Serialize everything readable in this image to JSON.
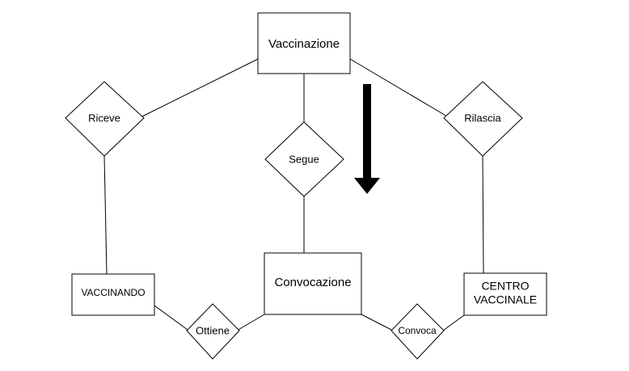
{
  "entities": {
    "vaccinazione": "Vaccinazione",
    "vaccinando": "VACCINANDO",
    "convocazione": "Convocazione",
    "centro_vaccinale_line1": "CENTRO",
    "centro_vaccinale_line2": "VACCINALE"
  },
  "relationships": {
    "riceve": "Riceve",
    "segue": "Segue",
    "rilascia": "Rilascia",
    "ottiene": "Ottiene",
    "convoca": "Convoca"
  },
  "colors": {
    "stroke": "#000000",
    "fill": "#ffffff",
    "arrow": "#000000"
  }
}
